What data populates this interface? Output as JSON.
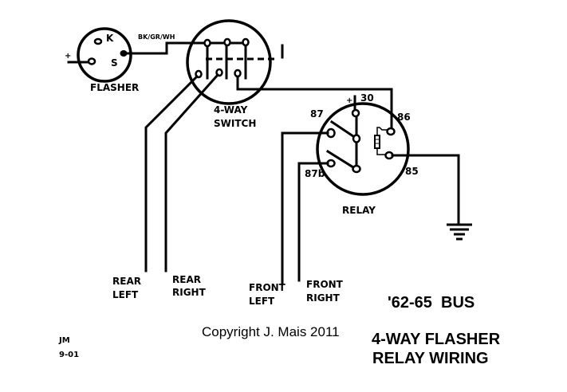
{
  "diagram": {
    "title_line1": "4-WAY FLASHER",
    "title_line2": "RELAY WIRING",
    "vehicle": "'62-65  BUS",
    "copyright": "Copyright J. Mais 2011",
    "author_initials": "JM",
    "date": "9-01",
    "flasher": {
      "label": "FLASHER",
      "terminal_k": "K",
      "terminal_s": "S",
      "plus": "+",
      "wire_color": "BK/GR/WH"
    },
    "switch": {
      "label_line1": "4-WAY",
      "label_line2": "SWITCH",
      "position_mark": "I"
    },
    "relay": {
      "label": "RELAY",
      "pin_30": "30",
      "pin_30_plus": "+",
      "pin_87": "87",
      "pin_87b": "87b",
      "pin_86": "86",
      "pin_85": "85",
      "coil_icon": "coil-icon"
    },
    "outputs": [
      {
        "line1": "REAR",
        "line2": "LEFT"
      },
      {
        "line1": "REAR",
        "line2": "RIGHT"
      },
      {
        "line1": "FRONT",
        "line2": "LEFT"
      },
      {
        "line1": "FRONT",
        "line2": "RIGHT"
      }
    ],
    "ground_icon": "ground-icon"
  }
}
